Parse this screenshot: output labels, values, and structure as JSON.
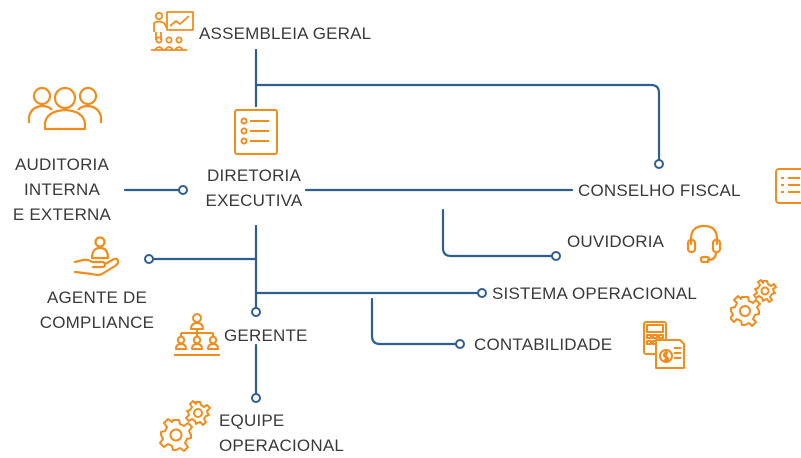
{
  "colors": {
    "line": "#2f5f8f",
    "icon": "#f08d1c",
    "text": "#3a3a3a"
  },
  "nodes": {
    "assembleia_geral": {
      "label": "ASSEMBLEIA GERAL",
      "icon": "presentation-board-icon"
    },
    "diretoria_executiva": {
      "line1": "DIRETORIA",
      "line2": "EXECUTIVA",
      "icon": "checklist-document-icon"
    },
    "auditoria": {
      "line1": "AUDITORIA",
      "line2": "INTERNA",
      "line3": "E EXTERNA",
      "icon": "people-group-icon"
    },
    "conselho_fiscal": {
      "label": "CONSELHO FISCAL",
      "icon": "document-list-icon"
    },
    "ouvidoria": {
      "label": "OUVIDORIA",
      "icon": "headset-icon"
    },
    "agente_compliance": {
      "line1": "AGENTE DE",
      "line2": "COMPLIANCE",
      "icon": "hand-person-icon"
    },
    "sistema_operacional": {
      "label": "SISTEMA OPERACIONAL",
      "icon": "gears-icon"
    },
    "gerente": {
      "label": "GERENTE",
      "icon": "org-hierarchy-icon"
    },
    "contabilidade": {
      "label": "CONTABILIDADE",
      "icon": "calculator-invoice-icon"
    },
    "equipe_operacional": {
      "line1": "EQUIPE",
      "line2": "OPERACIONAL",
      "icon": "gears-icon"
    }
  }
}
